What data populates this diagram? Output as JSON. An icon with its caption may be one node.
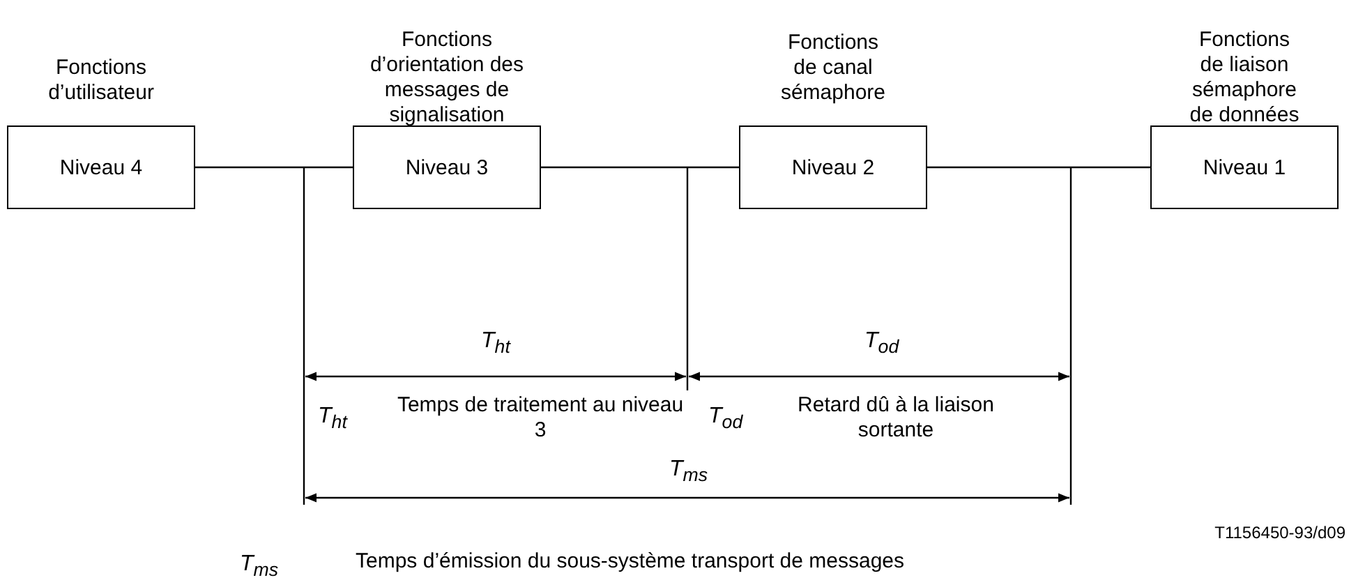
{
  "diagram": {
    "nodes": [
      {
        "text": [
          "Fonctions d’utilisateur",
          "Niveau 4"
        ]
      },
      {
        "text": [
          "Fonctions d’orientation des messages de signalisation",
          "Niveau 3"
        ]
      },
      {
        "text": [
          "Fonctions de canal sémaphore",
          "Niveau 2"
        ]
      },
      {
        "text": [
          "Fonctions de liaison sémaphore de données",
          "Niveau 1"
        ]
      }
    ],
    "edges": [
      {
        "from": 0,
        "to": 1,
        "arrow": "none"
      },
      {
        "from": 1,
        "to": 2,
        "arrow": "none"
      },
      {
        "from": 2,
        "to": 3,
        "arrow": "none"
      }
    ],
    "labels": [
      "T$_{ht}$",
      "T$_{od}$",
      "T$_{ht}$",
      "Temps de traitement au niveau 3",
      "T$_{od}$",
      "Retard dû à la liaison sortante",
      "T$_{ms}$",
      "T1156450-93/d09",
      "T$_{ms}$",
      "Temps d’émission du sous-système transport de messages"
    ]
  }
}
